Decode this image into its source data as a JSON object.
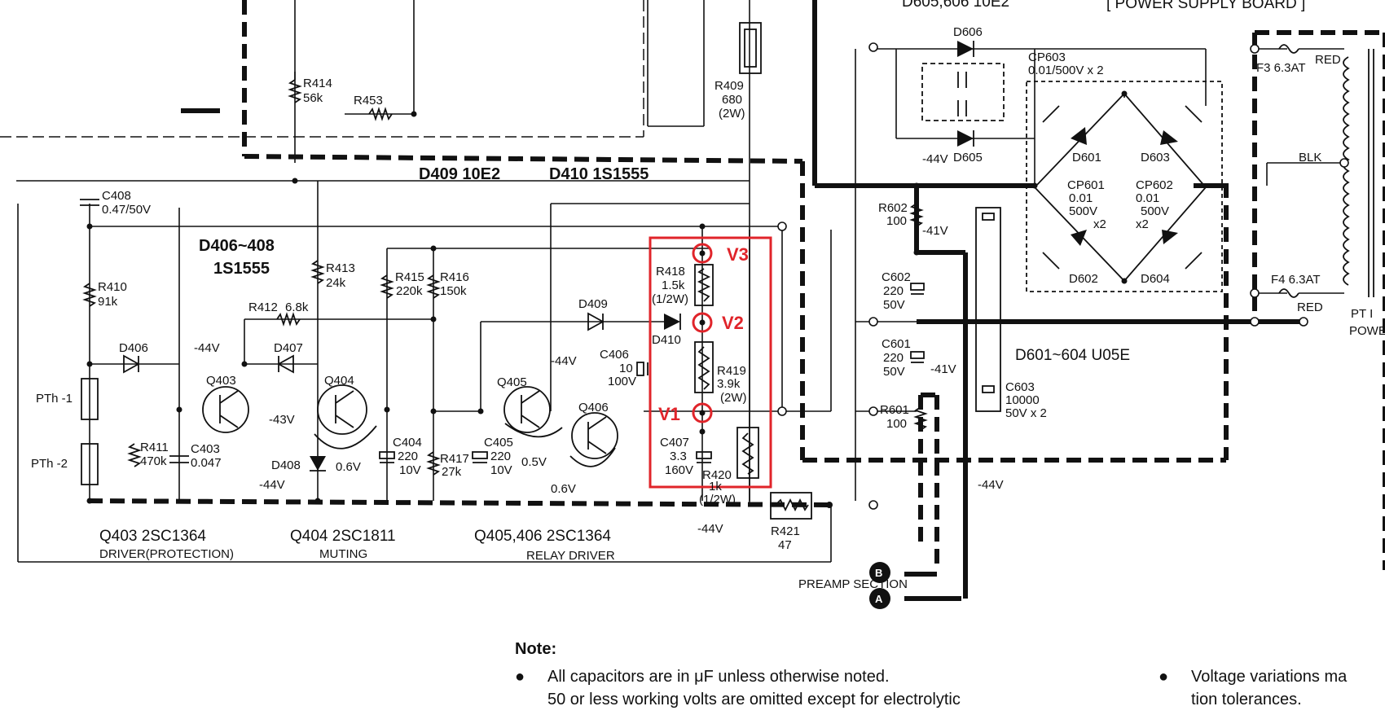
{
  "boards": {
    "power_supply_board": "[ POWER SUPPLY BOARD ]",
    "d605_header": "D605,606  10E2",
    "preamp_section": "PREAMP SECTION",
    "connector_b": "B",
    "connector_a": "A"
  },
  "components": {
    "R414": "R414",
    "R414_val": "56k",
    "R453": "R453",
    "R409": "R409",
    "R409_val": "680",
    "R409_w": "(2W)",
    "D409_hdr": "D409  10E2",
    "D410_hdr": "D410  1S1555",
    "C408": "C408",
    "C408_val": "0.47/50V",
    "D406_408": "D406~408",
    "D406_408_type": "1S1555",
    "R410": "R410",
    "R410_val": "91k",
    "R412": "R412",
    "R412_val": "6.8k",
    "R413": "R413",
    "R413_val": "24k",
    "R415": "R415",
    "R415_val": "220k",
    "R416": "R416",
    "R416_val": "150k",
    "R418": "R418",
    "R418_val": "1.5k",
    "R418_w": "(1/2W)",
    "D409": "D409",
    "D410": "D410",
    "R419": "R419",
    "R419_val": "3.9k",
    "R419_w": "(2W)",
    "C406": "C406",
    "C406_val": "10",
    "C406_v": "100V",
    "C407": "C407",
    "C407_val": "3.3",
    "C407_v": "160V",
    "R420": "R420",
    "R420_val": "1k",
    "R420_w": "(1/2W)",
    "R421": "R421",
    "R421_val": "47",
    "D406": "D406",
    "D407": "D407",
    "D408": "D408",
    "Q403": "Q403",
    "Q404": "Q404",
    "Q405": "Q405",
    "Q406": "Q406",
    "PTh1": "PTh -1",
    "PTh2": "PTh -2",
    "R411": "R411",
    "R411_val": "470k",
    "C403": "C403",
    "C403_val": "0.047",
    "C404": "C404",
    "C404_val": "220",
    "C404_v": "10V",
    "R417": "R417",
    "R417_val": "27k",
    "C405": "C405",
    "C405_val": "220",
    "C405_v": "10V",
    "D606": "D606",
    "D605": "D605",
    "CP603": "CP603",
    "CP603_val": "0.01/500V x 2",
    "D601": "D601",
    "D602": "D602",
    "D603": "D603",
    "D604": "D604",
    "CP601": "CP601",
    "CP601_val": "0.01",
    "CP601_v": "500V",
    "CP601_x": "x2",
    "CP602": "CP602",
    "CP602_val": "0.01",
    "CP602_v": "500V",
    "CP602_x": "x2",
    "R602": "R602",
    "R602_val": "100",
    "C602": "C602",
    "C602_val": "220",
    "C602_v": "50V",
    "C601": "C601",
    "C601_val": "220",
    "C601_v": "50V",
    "R601": "R601",
    "R601_val": "100",
    "C603": "C603",
    "C603_val": "10000",
    "C603_v": "50V x 2",
    "D601_604": "D601~604  U05E",
    "F3": "F3  6.3AT",
    "F4": "F4  6.3AT",
    "RED1": "RED",
    "RED2": "RED",
    "BLK": "BLK",
    "PT1": "PT I",
    "POWER": "POWE"
  },
  "voltages": {
    "v_m44_a": "-44V",
    "v_m43": "-43V",
    "v_06_a": "0.6V",
    "v_m44_b": "-44V",
    "v_m44_c": "-44V",
    "v_05": "0.5V",
    "v_06_b": "0.6V",
    "v_m44_d": "-44V",
    "v_m44_e": "-44V",
    "v_m41_a": "-41V",
    "v_m41_b": "-41V",
    "v_m44_f": "-44V"
  },
  "transistors": {
    "q403_label": "Q403  2SC1364",
    "q403_role": "DRIVER(PROTECTION)",
    "q404_label": "Q404  2SC1811",
    "q404_role": "MUTING",
    "q405_label": "Q405,406  2SC1364",
    "q405_role": "RELAY DRIVER"
  },
  "annotations": {
    "v3": "V3",
    "v2": "V2",
    "v1": "V1",
    "color": "#e0242a"
  },
  "notes": {
    "title": "Note:",
    "bullet": "●",
    "line1": "All capacitors are in μF unless otherwise noted.",
    "line2": "50 or less working volts are omitted except for electrolytic",
    "line3": "Voltage variations ma",
    "line4": "tion tolerances."
  }
}
